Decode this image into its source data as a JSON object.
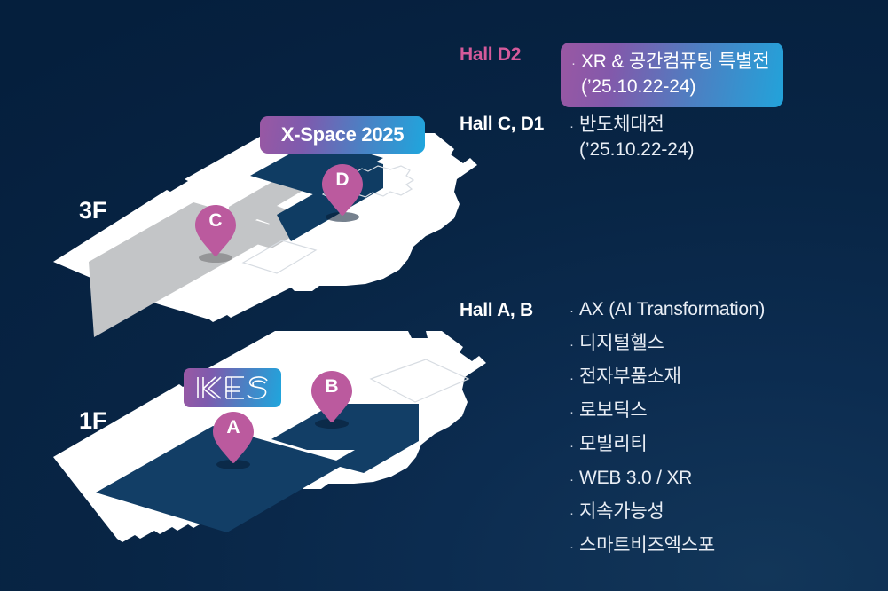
{
  "background": {
    "base_color": "#06203f",
    "glow_color": "#123659"
  },
  "palette": {
    "accent_pink": "#d45a9a",
    "pin_magenta": "#bb5a9e",
    "gradient_start": "#9a58a3",
    "gradient_end": "#1fa6dd",
    "hall_navy": "#123e66",
    "hall_gray": "#c3c5c7",
    "slab_white": "#ffffff",
    "text_white": "#ffffff",
    "text_light": "#e9eef5"
  },
  "floors": [
    {
      "id": "3f",
      "label": "3F",
      "badge": {
        "name": "x-space-badge",
        "text": "X-Space 2025"
      },
      "pins": [
        {
          "letter": "C"
        },
        {
          "letter": "D"
        }
      ]
    },
    {
      "id": "1f",
      "label": "1F",
      "badge": {
        "name": "kes-logo-badge",
        "text": "KES"
      },
      "pins": [
        {
          "letter": "A"
        },
        {
          "letter": "B"
        }
      ]
    }
  ],
  "legend": {
    "rows": [
      {
        "id": "d2",
        "hall": "Hall D2",
        "accent": true,
        "highlighted": true,
        "items": [
          {
            "text": "XR & 공간컴퓨팅 특별전",
            "sub": "(’25.10.22-24)"
          }
        ]
      },
      {
        "id": "cd1",
        "hall": "Hall C, D1",
        "accent": false,
        "highlighted": false,
        "items": [
          {
            "text": "반도체대전",
            "sub": "(’25.10.22-24)"
          }
        ]
      },
      {
        "id": "ab",
        "hall": "Hall A, B",
        "accent": false,
        "highlighted": false,
        "items": [
          {
            "text": "AX (AI Transformation)"
          },
          {
            "text": "디지털헬스"
          },
          {
            "text": "전자부품소재"
          },
          {
            "text": "로보틱스"
          },
          {
            "text": "모빌리티"
          },
          {
            "text": "WEB 3.0 / XR"
          },
          {
            "text": "지속가능성"
          },
          {
            "text": "스마트비즈엑스포"
          }
        ]
      }
    ],
    "bullet": "·"
  }
}
